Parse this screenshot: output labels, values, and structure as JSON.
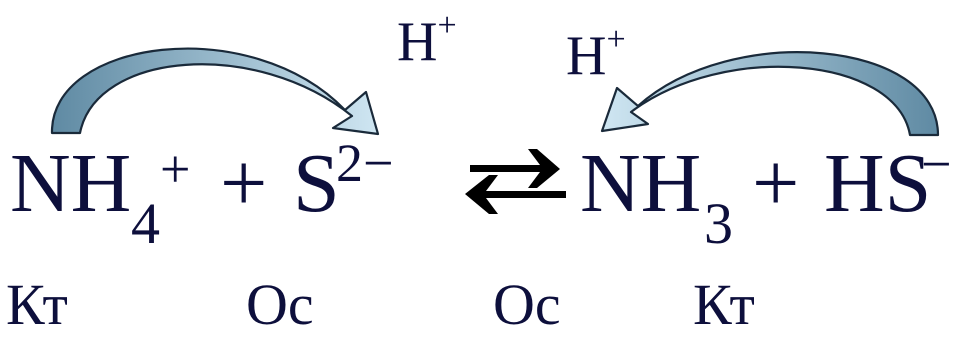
{
  "equation": {
    "reactant1": {
      "base": "NH",
      "subscript": "4",
      "charge": "+"
    },
    "plus1": "+",
    "reactant2": {
      "base": "S",
      "charge": "2−"
    },
    "product1": {
      "base": "NH",
      "subscript": "3"
    },
    "plus2": "+",
    "product2": {
      "base": "HS",
      "charge": "−"
    }
  },
  "proton_label_left": {
    "base": "H",
    "charge": "+"
  },
  "proton_label_right": {
    "base": "H",
    "charge": "+"
  },
  "roles": {
    "reactant1": "Кт",
    "reactant2": "Ос",
    "product1": "Ос",
    "product2": "Кт"
  },
  "colors": {
    "text": "#0d0f3c",
    "arrow_left_start": "#5f8aa3",
    "arrow_left_end": "#cfe6f2",
    "arrow_right_start": "#5f8aa3",
    "arrow_right_end": "#cfe6f2",
    "arrow_outline": "#1a2a3a"
  }
}
